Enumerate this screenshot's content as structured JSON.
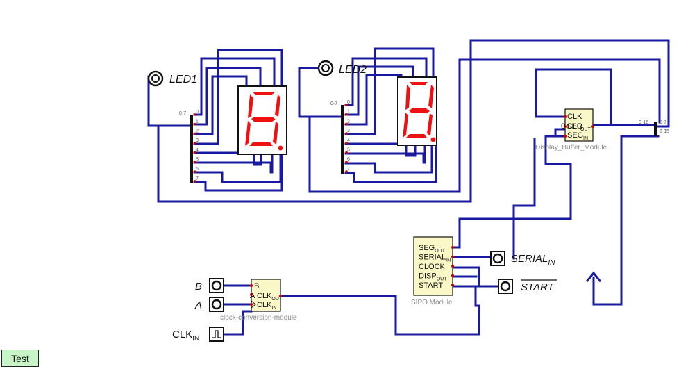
{
  "circuit": {
    "leds": [
      {
        "label": "LED1",
        "bus_label": "0-7",
        "pins": [
          "0",
          "1",
          "2",
          "3",
          "4",
          "5",
          "6",
          "7"
        ],
        "digit": "8"
      },
      {
        "label": "LED2",
        "bus_label": "0-7",
        "pins": [
          "0",
          "1",
          "2",
          "3",
          "4",
          "5",
          "6",
          "7"
        ],
        "digit": "8"
      }
    ],
    "display_buffer": {
      "name": "Display_Buffer_Module",
      "pin_clk": "CLK",
      "pin_clr": "CLR",
      "pin_seg_out": "SEG",
      "pin_seg_out_sub": "OUT",
      "pin_seg_in": "SEG",
      "pin_seg_in_sub": "IN",
      "overlap_text": "0"
    },
    "splitter": {
      "in_label": "0-15",
      "out_top": "0-7",
      "out_bottom": "8-15"
    },
    "sipo": {
      "name": "SIPO Module",
      "pins": [
        {
          "main": "SEG",
          "sub": "OUT"
        },
        {
          "main": "SERIAL",
          "sub": "IN"
        },
        {
          "main": "CLOCK",
          "sub": ""
        },
        {
          "main": "DISP",
          "sub": "OUT"
        },
        {
          "main": "START",
          "sub": ""
        }
      ]
    },
    "serial_in": {
      "main": "SERIAL",
      "sub": "IN"
    },
    "start": {
      "label": "START"
    },
    "clock_module": {
      "name": "clock-conversion-module",
      "pin_b": "B",
      "pin_a": "A",
      "pin_clk_out": "CLK",
      "pin_clk_out_sub": "OUT",
      "pin_clk_in": "CLK",
      "pin_clk_in_sub": "IN"
    },
    "input_b": {
      "label": "B"
    },
    "input_a": {
      "label": "A"
    },
    "clk_in": {
      "main": "CLK",
      "sub": "IN"
    }
  },
  "toolbar": {
    "test_label": "Test"
  },
  "colors": {
    "wire": "#1a1aa0",
    "segment": "#ee1111",
    "module_fill": "#fbf8c8",
    "test_button": "#c8f5c8"
  }
}
